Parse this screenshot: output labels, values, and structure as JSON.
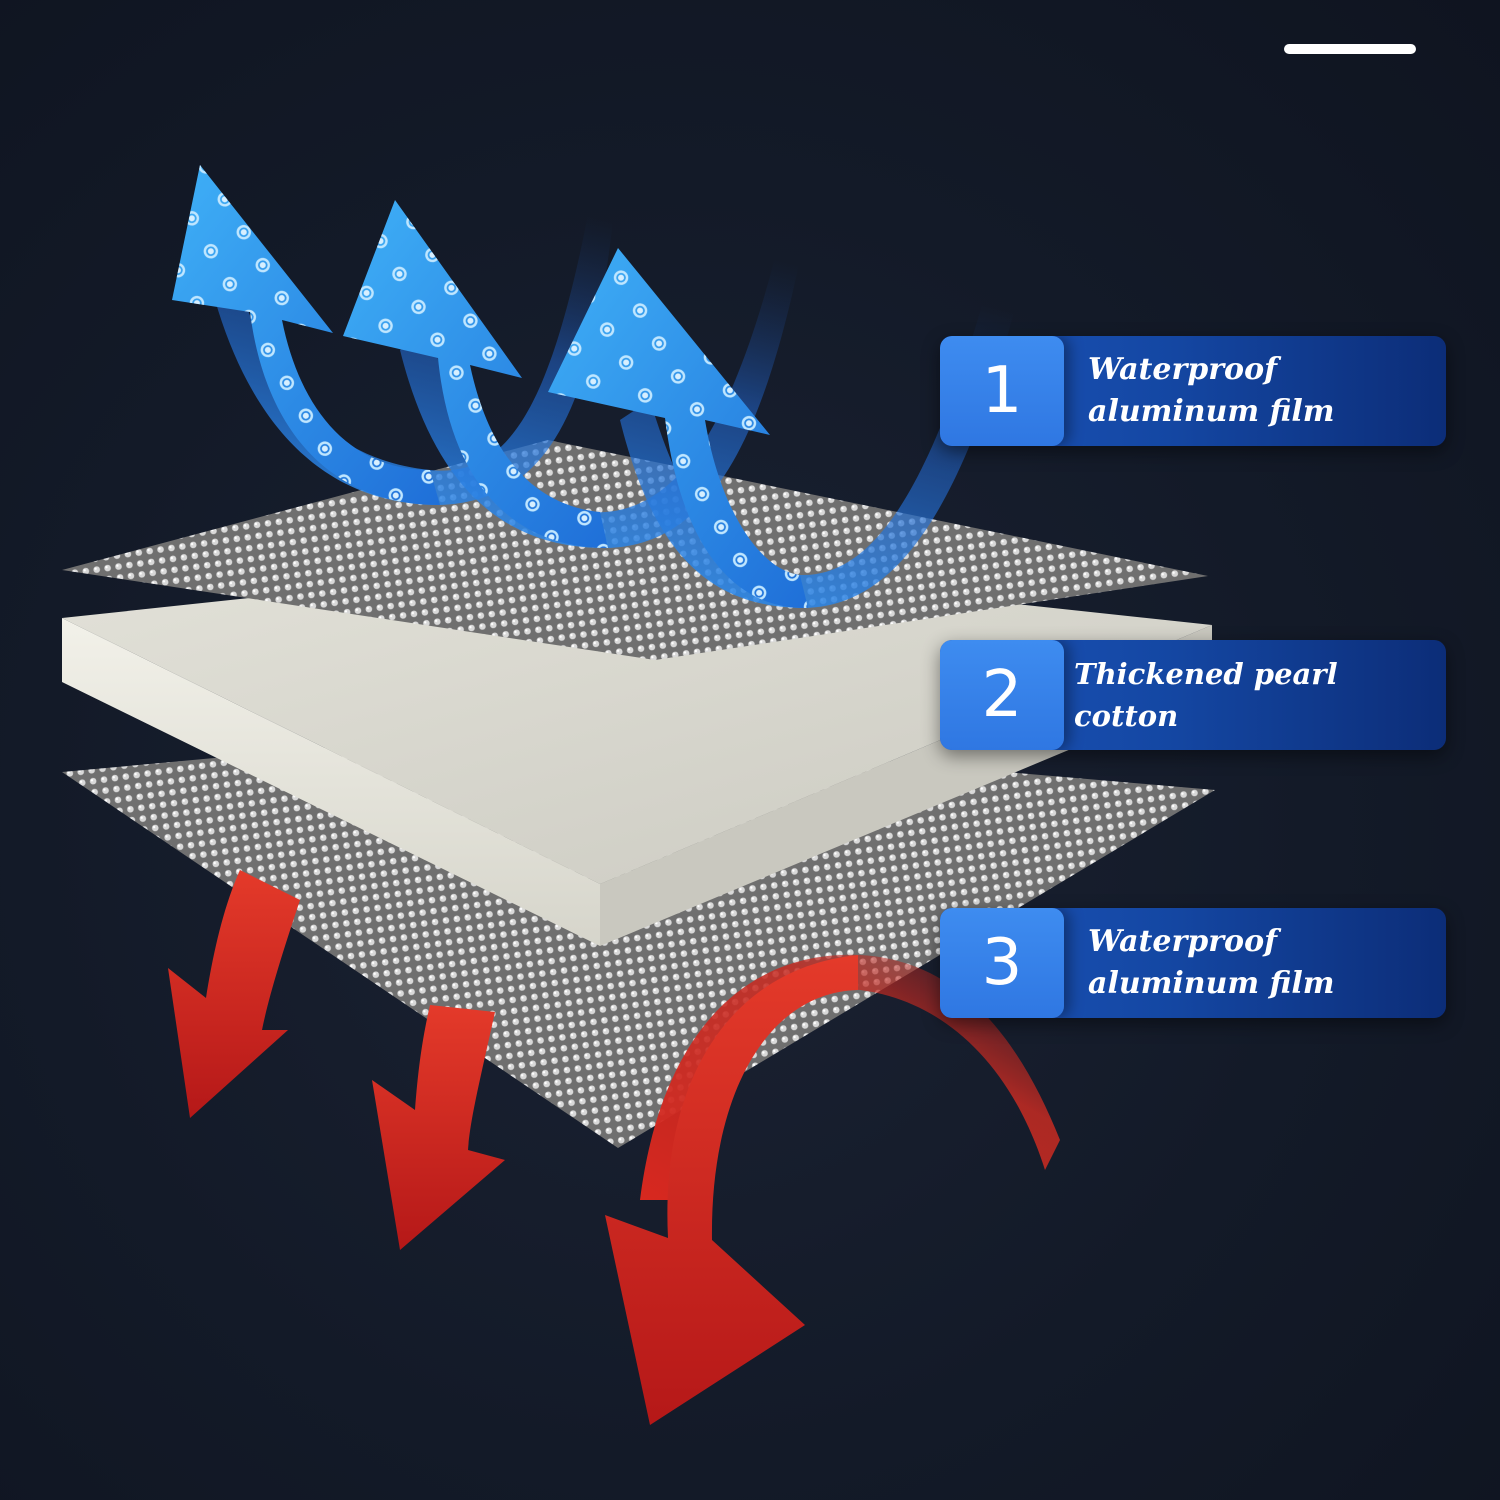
{
  "layers": [
    {
      "number": "1",
      "name": "Waterproof\naluminum film"
    },
    {
      "number": "2",
      "name": "Thickened pearl cotton"
    },
    {
      "number": "3",
      "name": "Waterproof\naluminum film"
    }
  ],
  "colors": {
    "background": "#121826",
    "label_fill": "#1447a3",
    "number_box": "#3580e8",
    "cold_arrow": "#2f9cf0",
    "heat_arrow": "#c81e1e",
    "foil": "#9a9a9a",
    "foam": "#d8d7ce"
  },
  "icons": {
    "cold_arrows": "blue-dotted-up-arrow-icon",
    "heat_arrows": "red-down-arrow-icon",
    "decor": "white-bar"
  }
}
